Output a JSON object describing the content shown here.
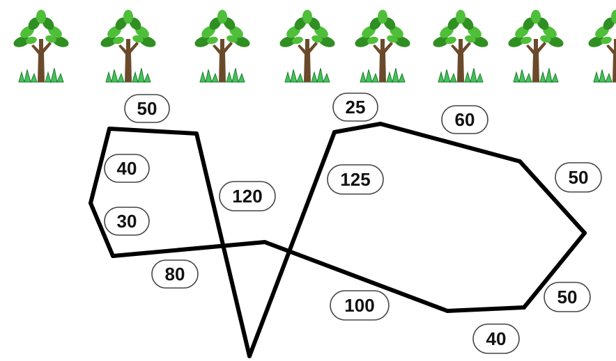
{
  "diagram": {
    "trees": {
      "count": 8,
      "icon": "tree-icon"
    },
    "colors": {
      "path": "#000000",
      "leaf": "#2f8f22",
      "leaf_light": "#4fbf3a",
      "trunk": "#6b4a2b",
      "grass": "#43c35b"
    },
    "edge_labels": [
      "50",
      "40",
      "30",
      "120",
      "80",
      "25",
      "125",
      "60",
      "50",
      "100",
      "50",
      "40"
    ]
  }
}
